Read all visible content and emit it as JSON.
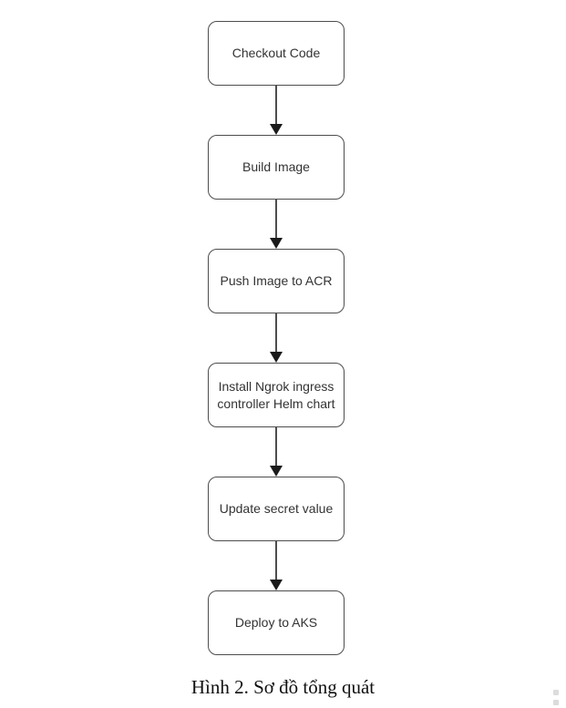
{
  "page": {
    "background": "#ffffff",
    "caption": "Hình 2. Sơ đồ tổng quát"
  },
  "flowchart": {
    "type": "flowchart",
    "direction": "top-to-bottom",
    "box_fill": "#ffffff",
    "box_border_color": "#4d4d4d",
    "label_color": "#333333",
    "connector_color": "#4d4d4d",
    "arrowhead_color": "#1a1a1a",
    "nodes": [
      {
        "id": "checkout-code",
        "label": "Checkout Code"
      },
      {
        "id": "build-image",
        "label": "Build Image"
      },
      {
        "id": "push-image-to-acr",
        "label": "Push Image to ACR"
      },
      {
        "id": "install-ngrok-ingress-controller-helm-chart",
        "label": "Install Ngrok ingress controller Helm chart"
      },
      {
        "id": "update-secret-value",
        "label": "Update secret value"
      },
      {
        "id": "deploy-to-aks",
        "label": "Deploy to AKS"
      }
    ],
    "edges": [
      {
        "from": "checkout-code",
        "to": "build-image"
      },
      {
        "from": "build-image",
        "to": "push-image-to-acr"
      },
      {
        "from": "push-image-to-acr",
        "to": "install-ngrok-ingress-controller-helm-chart"
      },
      {
        "from": "install-ngrok-ingress-controller-helm-chart",
        "to": "update-secret-value"
      },
      {
        "from": "update-secret-value",
        "to": "deploy-to-aks"
      }
    ]
  }
}
